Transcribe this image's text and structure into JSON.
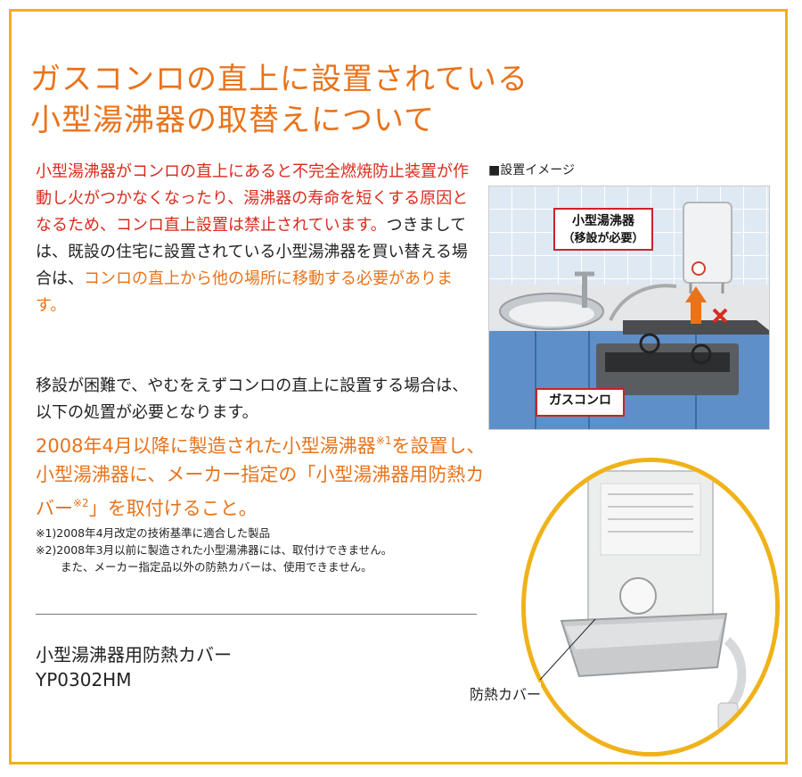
{
  "title": {
    "line1": "ガスコンロの直上に設置されている",
    "line2": "小型湯沸器の取替えについて"
  },
  "para1": {
    "red_text": "小型湯沸器がコンロの直上にあると不完全燃焼防止装置が作動し火がつかなくなったり、湯沸器の寿命を短くする原因となるため、コンロ直上設置は禁止されています。",
    "black_text": "つきましては、既設の住宅に設置されている小型湯沸器を買い替える場合は、",
    "orange_text": "コンロの直上から他の場所に移動する必要があります。"
  },
  "para2": "移設が困難で、やむをえずコンロの直上に設置する場合は、以下の処置が必要となります。",
  "para3": {
    "part1": "2008年4月以降に製造された小型湯沸器",
    "note1_mark": "※1",
    "part2": "を設置し、小型湯沸器に、メーカー指定の「小型湯沸器用防熱カバー",
    "note2_mark": "※2",
    "part3": "」を取付けること。"
  },
  "notes": {
    "note1": "※1)2008年4月改定の技術基準に適合した製品",
    "note2": "※2)2008年3月以前に製造された小型湯沸器には、取付けできません。",
    "note2b": "また、メーカー指定品以外の防熱カバーは、使用できません。"
  },
  "product": {
    "name": "小型湯沸器用防熱カバー",
    "model": "YP0302HM"
  },
  "illustration": {
    "label": "■設置イメージ",
    "heater_callout_line1": "小型湯沸器",
    "heater_callout_line2": "（移設が必要）",
    "stove_callout": "ガスコンロ"
  },
  "photo": {
    "cover_label": "防熱カバー"
  },
  "colors": {
    "frame": "#f0b21a",
    "orange": "#e8731b",
    "red": "#d92b1d",
    "callout_border": "#c8232b"
  }
}
